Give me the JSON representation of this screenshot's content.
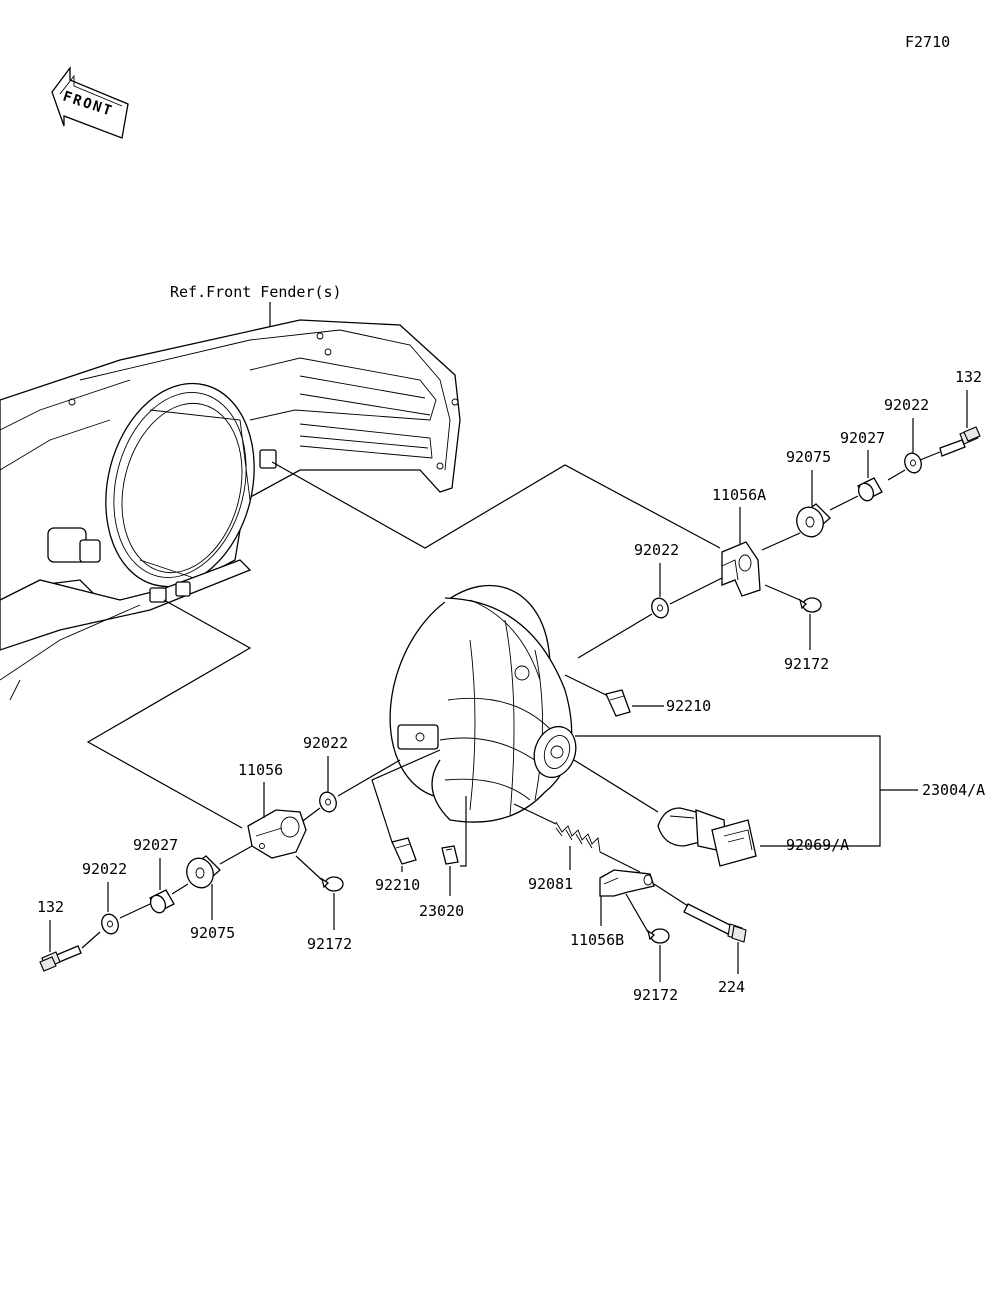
{
  "diagram_code": "F2710",
  "front_arrow": "FRONT",
  "reference_label": "Ref.Front Fender(s)",
  "callouts": {
    "c132_right": "132",
    "c92022_r_top": "92022",
    "c92027_right": "92027",
    "c92075_right": "92075",
    "c11056A": "11056A",
    "c92022_r_mid": "92022",
    "c92172_right": "92172",
    "c92210_right": "92210",
    "c23004A": "23004/A",
    "c92069A": "92069/A",
    "c92022_left_mid": "92022",
    "c11056": "11056",
    "c92027_left": "92027",
    "c92022_left": "92022",
    "c132_left": "132",
    "c92075_left": "92075",
    "c92172_left": "92172",
    "c92210_left": "92210",
    "c23020": "23020",
    "c92081": "92081",
    "c11056B": "11056B",
    "c92172_bottom": "92172",
    "c224": "224"
  }
}
